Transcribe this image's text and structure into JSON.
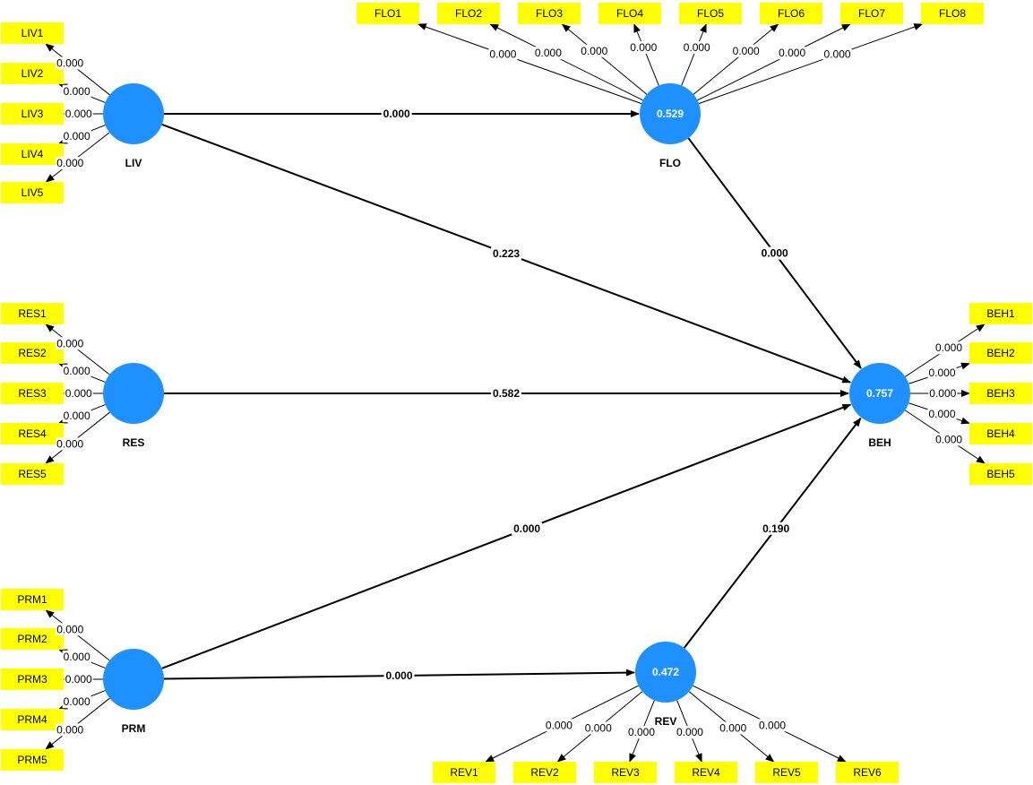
{
  "diagram": {
    "constructs": [
      {
        "id": "LIV",
        "label": "LIV",
        "r2": ""
      },
      {
        "id": "FLO",
        "label": "FLO",
        "r2": "0.529"
      },
      {
        "id": "RES",
        "label": "RES",
        "r2": ""
      },
      {
        "id": "BEH",
        "label": "BEH",
        "r2": "0.757"
      },
      {
        "id": "PRM",
        "label": "PRM",
        "r2": ""
      },
      {
        "id": "REV",
        "label": "REV",
        "r2": "0.472"
      }
    ],
    "indicators": [
      {
        "id": "LIV1",
        "label": "LIV1",
        "construct": "LIV",
        "value": "0.000"
      },
      {
        "id": "LIV2",
        "label": "LIV2",
        "construct": "LIV",
        "value": "0.000"
      },
      {
        "id": "LIV3",
        "label": "LIV3",
        "construct": "LIV",
        "value": "0.000"
      },
      {
        "id": "LIV4",
        "label": "LIV4",
        "construct": "LIV",
        "value": "0.000"
      },
      {
        "id": "LIV5",
        "label": "LIV5",
        "construct": "LIV",
        "value": "0.000"
      },
      {
        "id": "FLO1",
        "label": "FLO1",
        "construct": "FLO",
        "value": "0.000"
      },
      {
        "id": "FLO2",
        "label": "FLO2",
        "construct": "FLO",
        "value": "0.000"
      },
      {
        "id": "FLO3",
        "label": "FLO3",
        "construct": "FLO",
        "value": "0.000"
      },
      {
        "id": "FLO4",
        "label": "FLO4",
        "construct": "FLO",
        "value": "0.000"
      },
      {
        "id": "FLO5",
        "label": "FLO5",
        "construct": "FLO",
        "value": "0.000"
      },
      {
        "id": "FLO6",
        "label": "FLO6",
        "construct": "FLO",
        "value": "0.000"
      },
      {
        "id": "FLO7",
        "label": "FLO7",
        "construct": "FLO",
        "value": "0.000"
      },
      {
        "id": "FLO8",
        "label": "FLO8",
        "construct": "FLO",
        "value": "0.000"
      },
      {
        "id": "RES1",
        "label": "RES1",
        "construct": "RES",
        "value": "0.000"
      },
      {
        "id": "RES2",
        "label": "RES2",
        "construct": "RES",
        "value": "0.000"
      },
      {
        "id": "RES3",
        "label": "RES3",
        "construct": "RES",
        "value": "0.000"
      },
      {
        "id": "RES4",
        "label": "RES4",
        "construct": "RES",
        "value": "0.000"
      },
      {
        "id": "RES5",
        "label": "RES5",
        "construct": "RES",
        "value": "0.000"
      },
      {
        "id": "BEH1",
        "label": "BEH1",
        "construct": "BEH",
        "value": "0.000"
      },
      {
        "id": "BEH2",
        "label": "BEH2",
        "construct": "BEH",
        "value": "0.000"
      },
      {
        "id": "BEH3",
        "label": "BEH3",
        "construct": "BEH",
        "value": "0.000"
      },
      {
        "id": "BEH4",
        "label": "BEH4",
        "construct": "BEH",
        "value": "0.000"
      },
      {
        "id": "BEH5",
        "label": "BEH5",
        "construct": "BEH",
        "value": "0.000"
      },
      {
        "id": "PRM1",
        "label": "PRM1",
        "construct": "PRM",
        "value": "0.000"
      },
      {
        "id": "PRM2",
        "label": "PRM2",
        "construct": "PRM",
        "value": "0.000"
      },
      {
        "id": "PRM3",
        "label": "PRM3",
        "construct": "PRM",
        "value": "0.000"
      },
      {
        "id": "PRM4",
        "label": "PRM4",
        "construct": "PRM",
        "value": "0.000"
      },
      {
        "id": "PRM5",
        "label": "PRM5",
        "construct": "PRM",
        "value": "0.000"
      },
      {
        "id": "REV1",
        "label": "REV1",
        "construct": "REV",
        "value": "0.000"
      },
      {
        "id": "REV2",
        "label": "REV2",
        "construct": "REV",
        "value": "0.000"
      },
      {
        "id": "REV3",
        "label": "REV3",
        "construct": "REV",
        "value": "0.000"
      },
      {
        "id": "REV4",
        "label": "REV4",
        "construct": "REV",
        "value": "0.000"
      },
      {
        "id": "REV5",
        "label": "REV5",
        "construct": "REV",
        "value": "0.000"
      },
      {
        "id": "REV6",
        "label": "REV6",
        "construct": "REV",
        "value": "0.000"
      }
    ],
    "paths": [
      {
        "from": "LIV",
        "to": "FLO",
        "value": "0.000"
      },
      {
        "from": "LIV",
        "to": "BEH",
        "value": "0.223"
      },
      {
        "from": "FLO",
        "to": "BEH",
        "value": "0.000"
      },
      {
        "from": "RES",
        "to": "BEH",
        "value": "0.582"
      },
      {
        "from": "PRM",
        "to": "BEH",
        "value": "0.000"
      },
      {
        "from": "PRM",
        "to": "REV",
        "value": "0.000"
      },
      {
        "from": "REV",
        "to": "BEH",
        "value": "0.190"
      }
    ],
    "colors": {
      "construct_fill": "#1e90ff",
      "indicator_fill": "#ffff00",
      "edge": "#000000"
    }
  }
}
